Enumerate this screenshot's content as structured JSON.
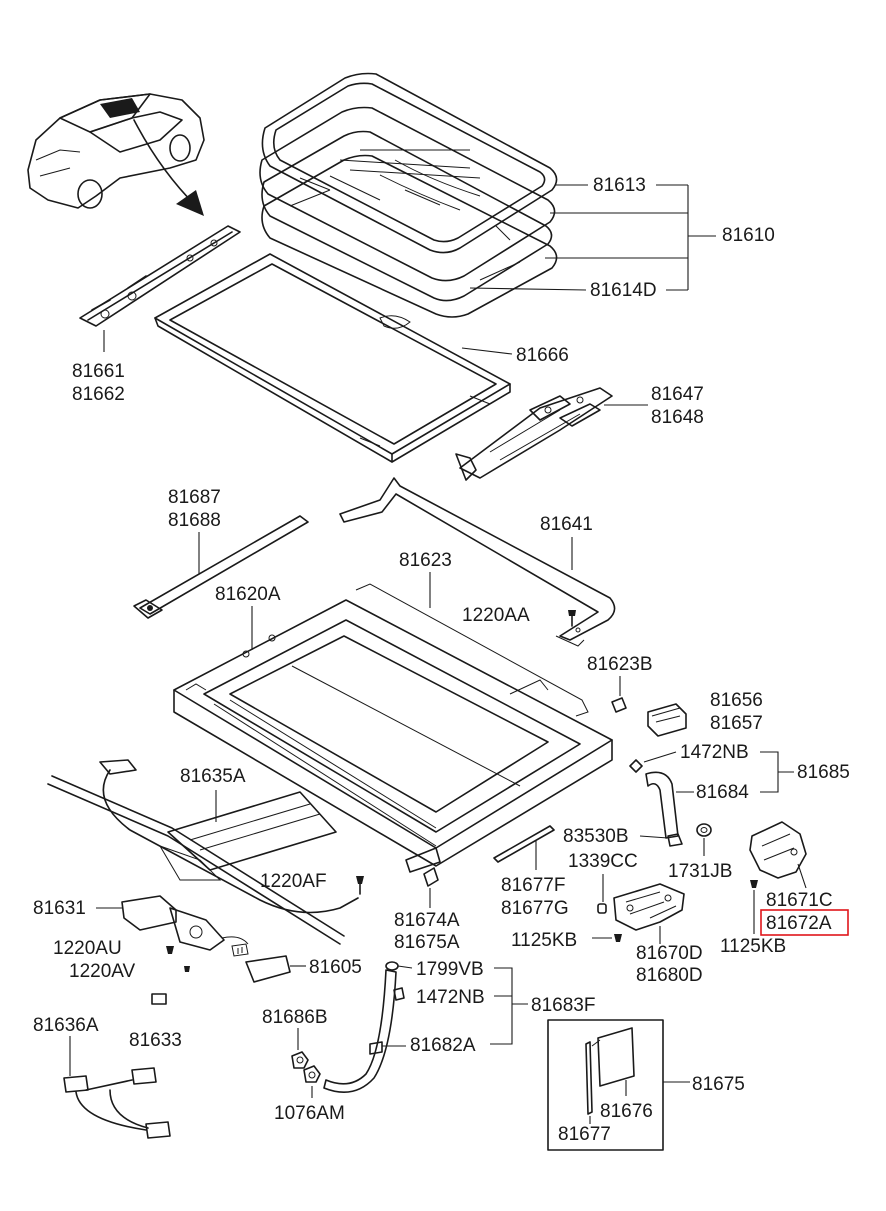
{
  "highlight_color": "#e0161b",
  "labels": {
    "p81613": "81613",
    "p81610": "81610",
    "p81614D": "81614D",
    "p81661": "81661",
    "p81662": "81662",
    "p81666": "81666",
    "p81647": "81647",
    "p81648": "81648",
    "p81687": "81687",
    "p81688": "81688",
    "p81641": "81641",
    "p81623": "81623",
    "p81620A": "81620A",
    "p1220AA": "1220AA",
    "p81623B": "81623B",
    "p81656": "81656",
    "p81657": "81657",
    "p1472NB_a": "1472NB",
    "p81685": "81685",
    "p81684": "81684",
    "p81635A": "81635A",
    "p83530B": "83530B",
    "p1339CC": "1339CC",
    "p1731JB": "1731JB",
    "p1220AF": "1220AF",
    "p81631": "81631",
    "p81674A": "81674A",
    "p81675A": "81675A",
    "p81677F": "81677F",
    "p81677G": "81677G",
    "p81671C": "81671C",
    "p81672A": "81672A",
    "p1125KB_a": "1125KB",
    "p1125KB_b": "1125KB",
    "p81670D": "81670D",
    "p81680D": "81680D",
    "p1220AU": "1220AU",
    "p1220AV": "1220AV",
    "p81605": "81605",
    "p1799VB": "1799VB",
    "p1472NB_b": "1472NB",
    "p81683F": "81683F",
    "p81636A": "81636A",
    "p81633": "81633",
    "p81686B": "81686B",
    "p81682A": "81682A",
    "p81675": "81675",
    "p81676": "81676",
    "p81677": "81677",
    "p1076AM": "1076AM"
  }
}
